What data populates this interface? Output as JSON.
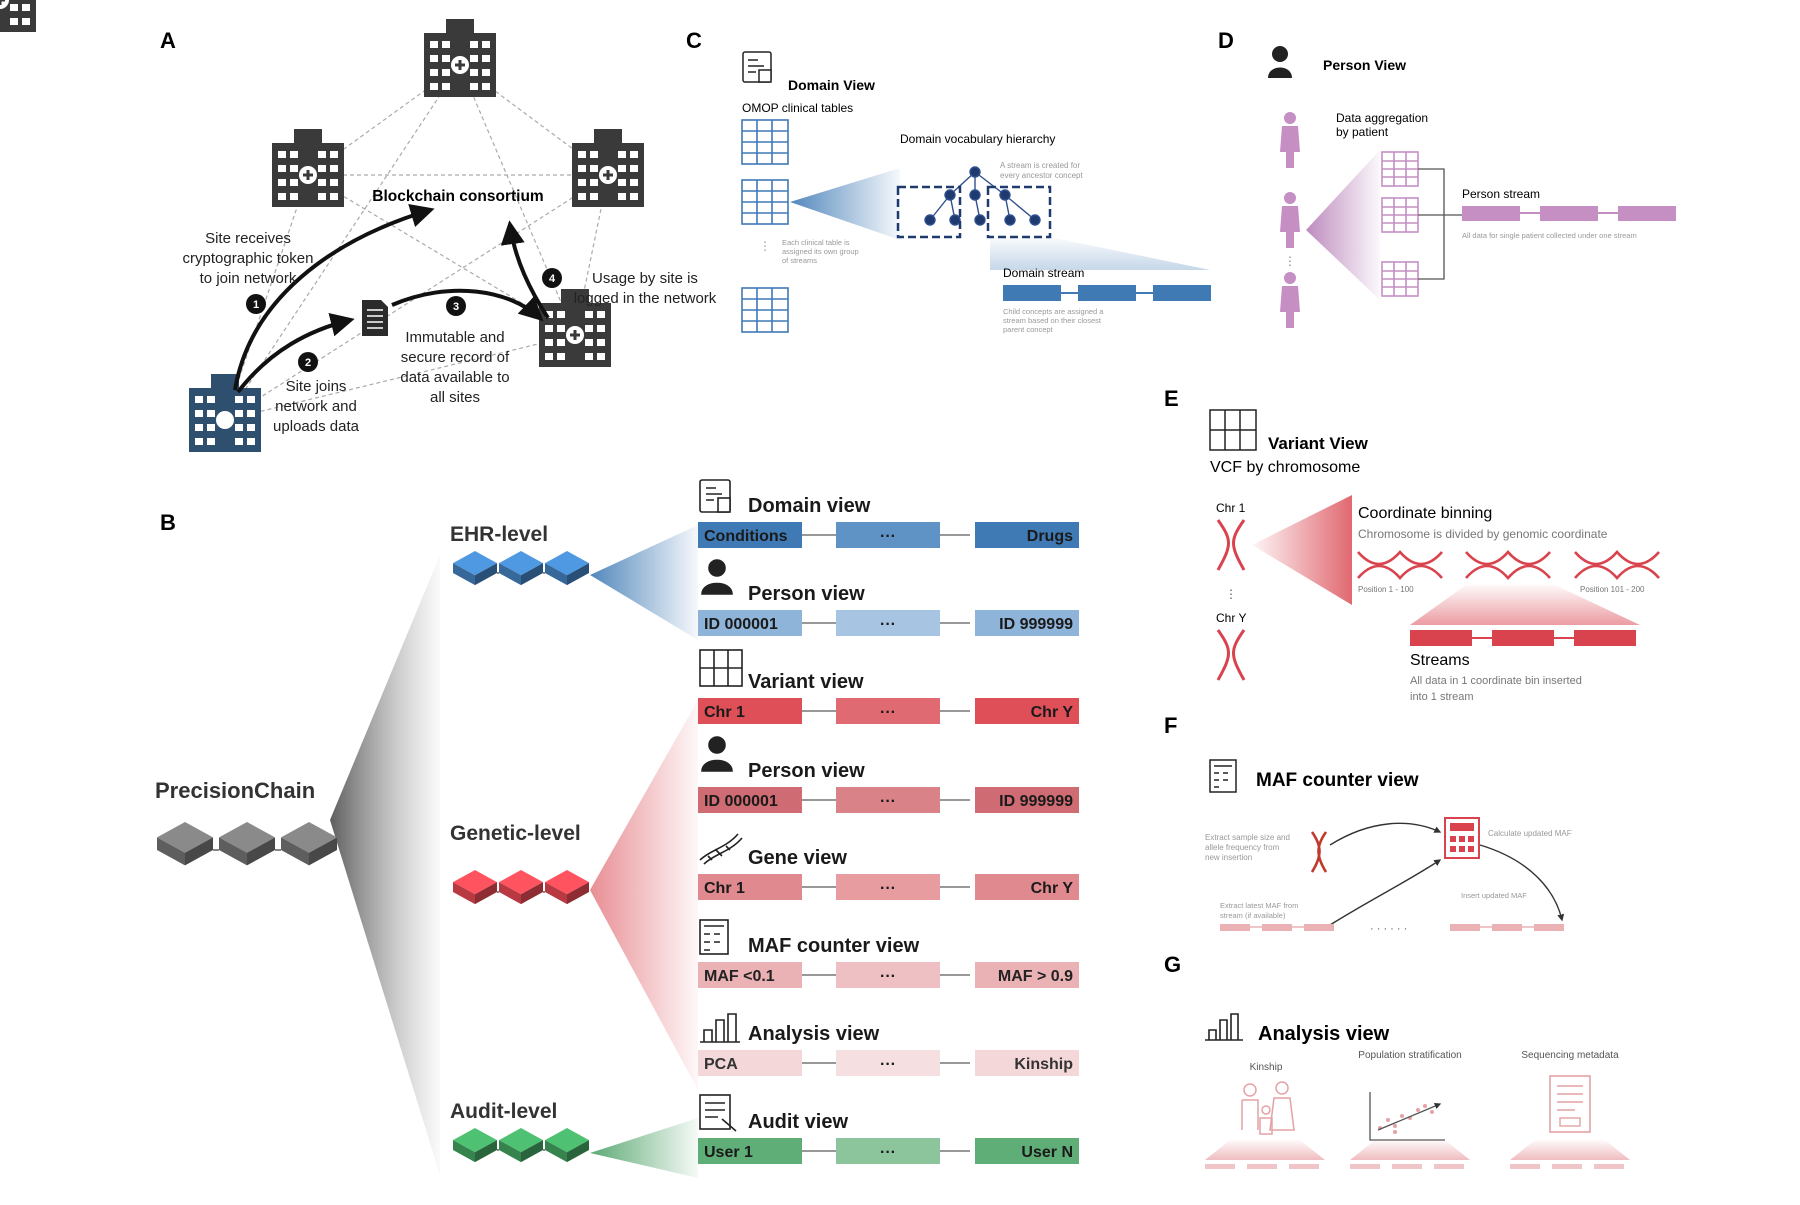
{
  "panel_labels": [
    "A",
    "B",
    "C",
    "D",
    "E",
    "F",
    "G"
  ],
  "panel_a": {
    "consortium": "Blockchain consortium",
    "step1": [
      "Site receives",
      "cryptographic token",
      "to join network"
    ],
    "step2": [
      "Site joins",
      "network and",
      "uploads data"
    ],
    "step3": [
      "Immutable and",
      "secure record of",
      "data available to",
      "all sites"
    ],
    "step4": [
      "Usage by site is",
      "logged in the network"
    ],
    "numbers": [
      "1",
      "2",
      "3",
      "4"
    ]
  },
  "panel_b": {
    "root": "PrecisionChain",
    "levels": {
      "ehr": "EHR-level",
      "genetic": "Genetic-level",
      "audit": "Audit-level"
    },
    "ellipsis": "···",
    "views": [
      {
        "title": "Domain view",
        "left": "Conditions",
        "right": "Drugs",
        "color": "#3f7ab5",
        "mid": "#5f93c6"
      },
      {
        "title": "Person view",
        "left": "ID 000001",
        "right": "ID 999999",
        "color": "#8fb4d9",
        "mid": "#a7c5e3"
      },
      {
        "title": "Variant view",
        "left": "Chr 1",
        "right": "Chr Y",
        "color": "#de4f58",
        "mid": "#e06a71"
      },
      {
        "title": "Person view",
        "left": "ID 000001",
        "right": "ID 999999",
        "color": "#cf6b72",
        "mid": "#d98389"
      },
      {
        "title": "Gene view",
        "left": "Chr 1",
        "right": "Chr Y",
        "color": "#e08a8f",
        "mid": "#e79ca0"
      },
      {
        "title": "MAF counter view",
        "left": "MAF <0.1",
        "right": "MAF > 0.9",
        "color": "#ebb2b5",
        "mid": "#efc0c3"
      },
      {
        "title": "Analysis view",
        "left": "PCA",
        "right": "Kinship",
        "color": "#f4d7d8",
        "mid": "#f6dfe0"
      },
      {
        "title": "Audit view",
        "left": "User 1",
        "right": "User N",
        "color": "#5fae77",
        "mid": "#8cc59c"
      }
    ]
  },
  "panel_c": {
    "title": "Domain View",
    "subtitle": "OMOP clinical tables",
    "hierarchy": "Domain vocabulary hierarchy",
    "hier_note": [
      "A stream is created for",
      "every ancestor concept"
    ],
    "table_note": [
      "Each clinical table is",
      "assigned its own group",
      "of streams"
    ],
    "stream_title": "Domain stream",
    "stream_note": [
      "Child concepts are assigned a",
      "stream based on their closest",
      "parent concept"
    ]
  },
  "panel_d": {
    "title": "Person View",
    "aggregation": [
      "Data aggregation",
      "by patient"
    ],
    "stream_title": "Person stream",
    "stream_note": "All data for single patient collected under one stream"
  },
  "panel_e": {
    "title": "Variant View",
    "subtitle": "VCF by chromosome",
    "chr1": "Chr 1",
    "chry": "Chr Y",
    "binning": "Coordinate binning",
    "binning_note": "Chromosome is divided by genomic coordinate",
    "pos_left": "Position 1 - 100",
    "pos_right": "Position 101 - 200",
    "streams": "Streams",
    "streams_note": [
      "All data in 1 coordinate bin inserted",
      "into 1 stream"
    ]
  },
  "panel_f": {
    "title": "MAF counter view",
    "note_left": [
      "Extract sample size and",
      "allele frequency from",
      "new insertion"
    ],
    "note_right": "Calculate updated MAF",
    "note_bottom_left": [
      "Extract latest MAF from",
      "stream (if available)"
    ],
    "note_bottom_right": "Insert updated MAF",
    "dots": "· · · · · ·"
  },
  "panel_g": {
    "title": "Analysis view",
    "items": [
      "Kinship",
      "Population stratification",
      "Sequencing metadata"
    ]
  },
  "colors": {
    "blue": "#3f7ab5",
    "red": "#d9434d",
    "pink": "#c0678a",
    "purple": "#c58fc4",
    "green": "#3f9a5c",
    "grey": "#6e6e6e",
    "navy": "#2f4f6e"
  }
}
